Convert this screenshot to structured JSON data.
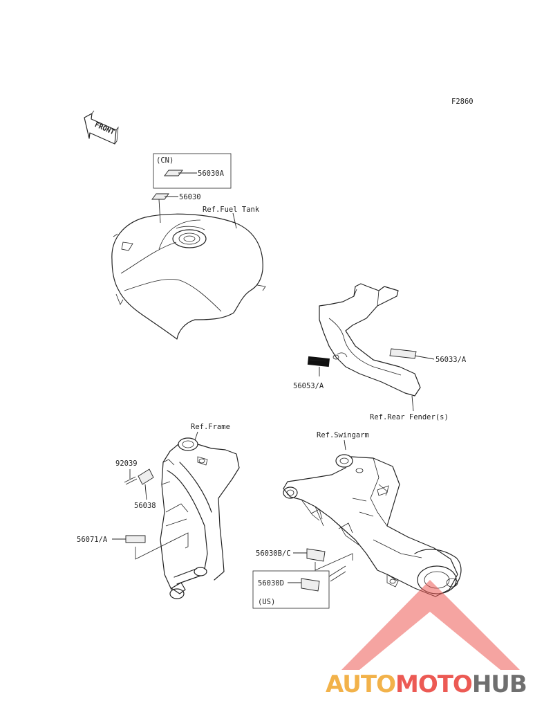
{
  "figure_code": "F2860",
  "front_arrow": "FRONT",
  "references": {
    "fuel_tank": "Ref.Fuel Tank",
    "rear_fender": "Ref.Rear Fender(s)",
    "frame": "Ref.Frame",
    "swingarm": "Ref.Swingarm"
  },
  "boxes": {
    "cn": {
      "title": "(CN)",
      "part": "56030A"
    },
    "us": {
      "title": "(US)",
      "part": "56030D"
    }
  },
  "parts": {
    "p56030": "56030",
    "p56033": "56033/A",
    "p56053": "56053/A",
    "p92039": "92039",
    "p56038": "56038",
    "p56071": "56071/A",
    "p56030bc": "56030B/C"
  },
  "watermark": {
    "auto": "AUTO",
    "moto": "MOTO",
    "hub": "HUB",
    "colors": {
      "auto": "#f2b24a",
      "moto": "#ec5a54",
      "hub": "#6f6f6f",
      "triangle": "#ec5a54"
    }
  }
}
